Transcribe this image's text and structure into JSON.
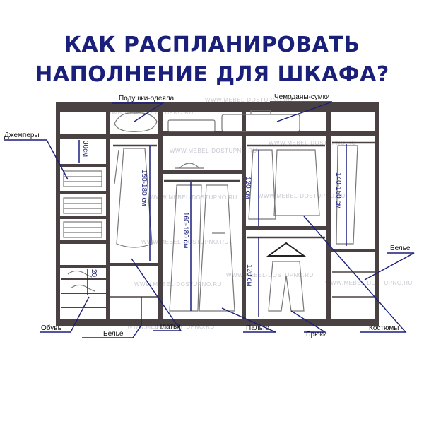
{
  "title_lines": [
    "КАК РАСПЛАНИРОВАТЬ",
    "НАПОЛНЕНИЕ ДЛЯ ШКАФА?"
  ],
  "labels": {
    "pillows": "Подушки-одеяла",
    "suitcases": "Чемоданы-сумки",
    "sweaters": "Джемперы",
    "shoes": "Обувь",
    "underwear_left": "Белье",
    "dresses": "Платья",
    "coats": "Пальто",
    "trousers": "Брюки",
    "suits": "Костюмы",
    "underwear_right": "Белье"
  },
  "dimensions": {
    "shelf_height": "30см",
    "shoe_height": "20",
    "dress_length": "150-180 см",
    "coat_length": "160-180 см",
    "suits_upper": "120 см",
    "suits_lower": "120 см",
    "trousers_length": "140-150 см"
  },
  "watermark": "WWW.MEBEL-DOSTUPNO.RU",
  "colors": {
    "title": "#1a1f7a",
    "dimension": "#1a1f7a",
    "frame": "#4a4142",
    "leader": "#1a1f7a"
  }
}
